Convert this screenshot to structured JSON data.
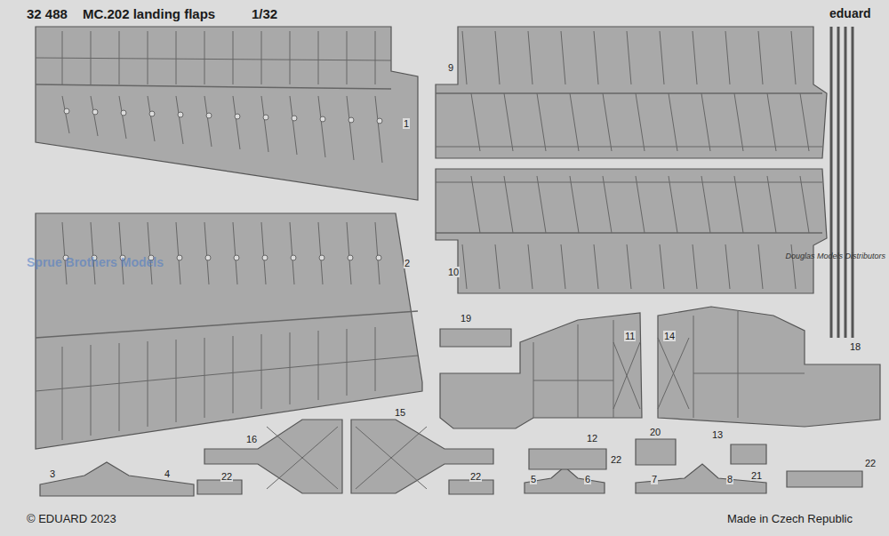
{
  "diagram": {
    "title": "MC.202 landing flaps",
    "labels": [
      "32 488",
      "1/32",
      "eduard",
      "1",
      "2",
      "9",
      "10",
      "19",
      "11",
      "14",
      "15",
      "16",
      "3",
      "4",
      "12",
      "13",
      "20",
      "21",
      "22",
      "22",
      "22",
      "22",
      "5",
      "6",
      "7",
      "8",
      "18",
      "© EDUARD 2023",
      "Made in Czech Republic",
      "Douglas Models Distributors",
      "Sprue Brothers Models"
    ]
  }
}
